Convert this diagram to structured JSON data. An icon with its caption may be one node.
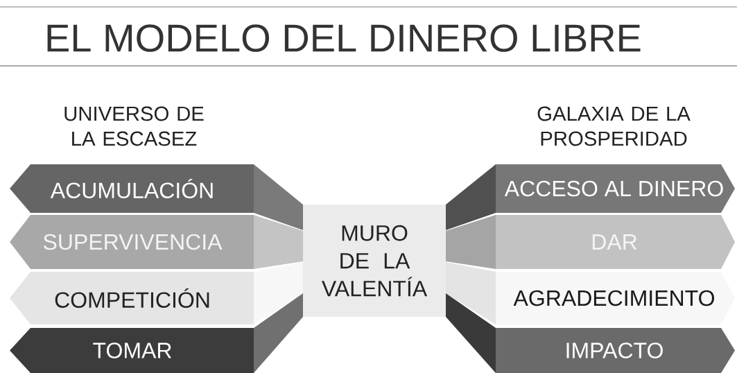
{
  "diagram": {
    "title": "EL MODELO DEL DINERO LIBRE",
    "nodes": [
      {
        "text": [
          "ACUMULACIÓN"
        ]
      },
      {
        "text": [
          "SUPERVIVENCIA"
        ]
      },
      {
        "text": [
          "COMPETICIÓN"
        ]
      },
      {
        "text": [
          "TOMAR"
        ]
      },
      {
        "text": [
          "MURO DE LA VALENTÍA"
        ]
      },
      {
        "text": [
          "ACCESO AL DINERO"
        ]
      },
      {
        "text": [
          "DAR"
        ]
      },
      {
        "text": [
          "AGRADECIMIENTO"
        ]
      },
      {
        "text": [
          "IMPACTO"
        ]
      }
    ],
    "labels": [
      "UNIVERSO DE LA ESCASEZ",
      "GALAXIA DE LA PROSPERIDAD"
    ]
  }
}
